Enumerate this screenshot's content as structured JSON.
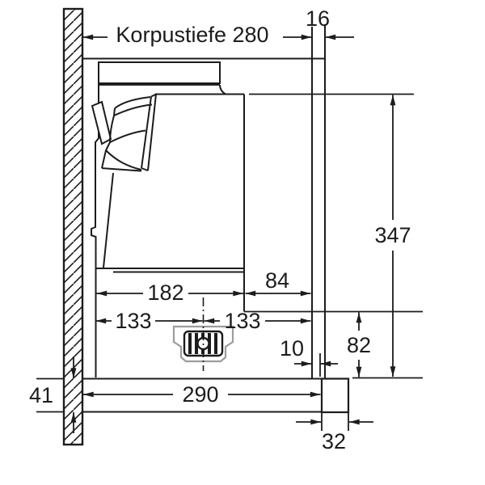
{
  "diagram": {
    "type": "appliance-installation-dimension-drawing",
    "dimensions": {
      "korpustiefe": {
        "label": "Korpustiefe 280"
      },
      "front_panel_thickness": {
        "label": "16"
      },
      "total_height": {
        "label": "347"
      },
      "pullout_extension": {
        "label": "84"
      },
      "body_depth": {
        "label": "182"
      },
      "outlet_center_from_back": {
        "label": "133"
      },
      "outlet_center_from_front": {
        "label": "133"
      },
      "lower_section_height": {
        "label": "82"
      },
      "front_clearance": {
        "label": "10"
      },
      "visor_height": {
        "label": "41"
      },
      "visor_depth": {
        "label": "290"
      },
      "handle_strip_depth": {
        "label": "32"
      }
    },
    "colors": {
      "line": "#1c1c1c",
      "outlet_outline": "#9c9c9c",
      "background": "#ffffff"
    }
  }
}
